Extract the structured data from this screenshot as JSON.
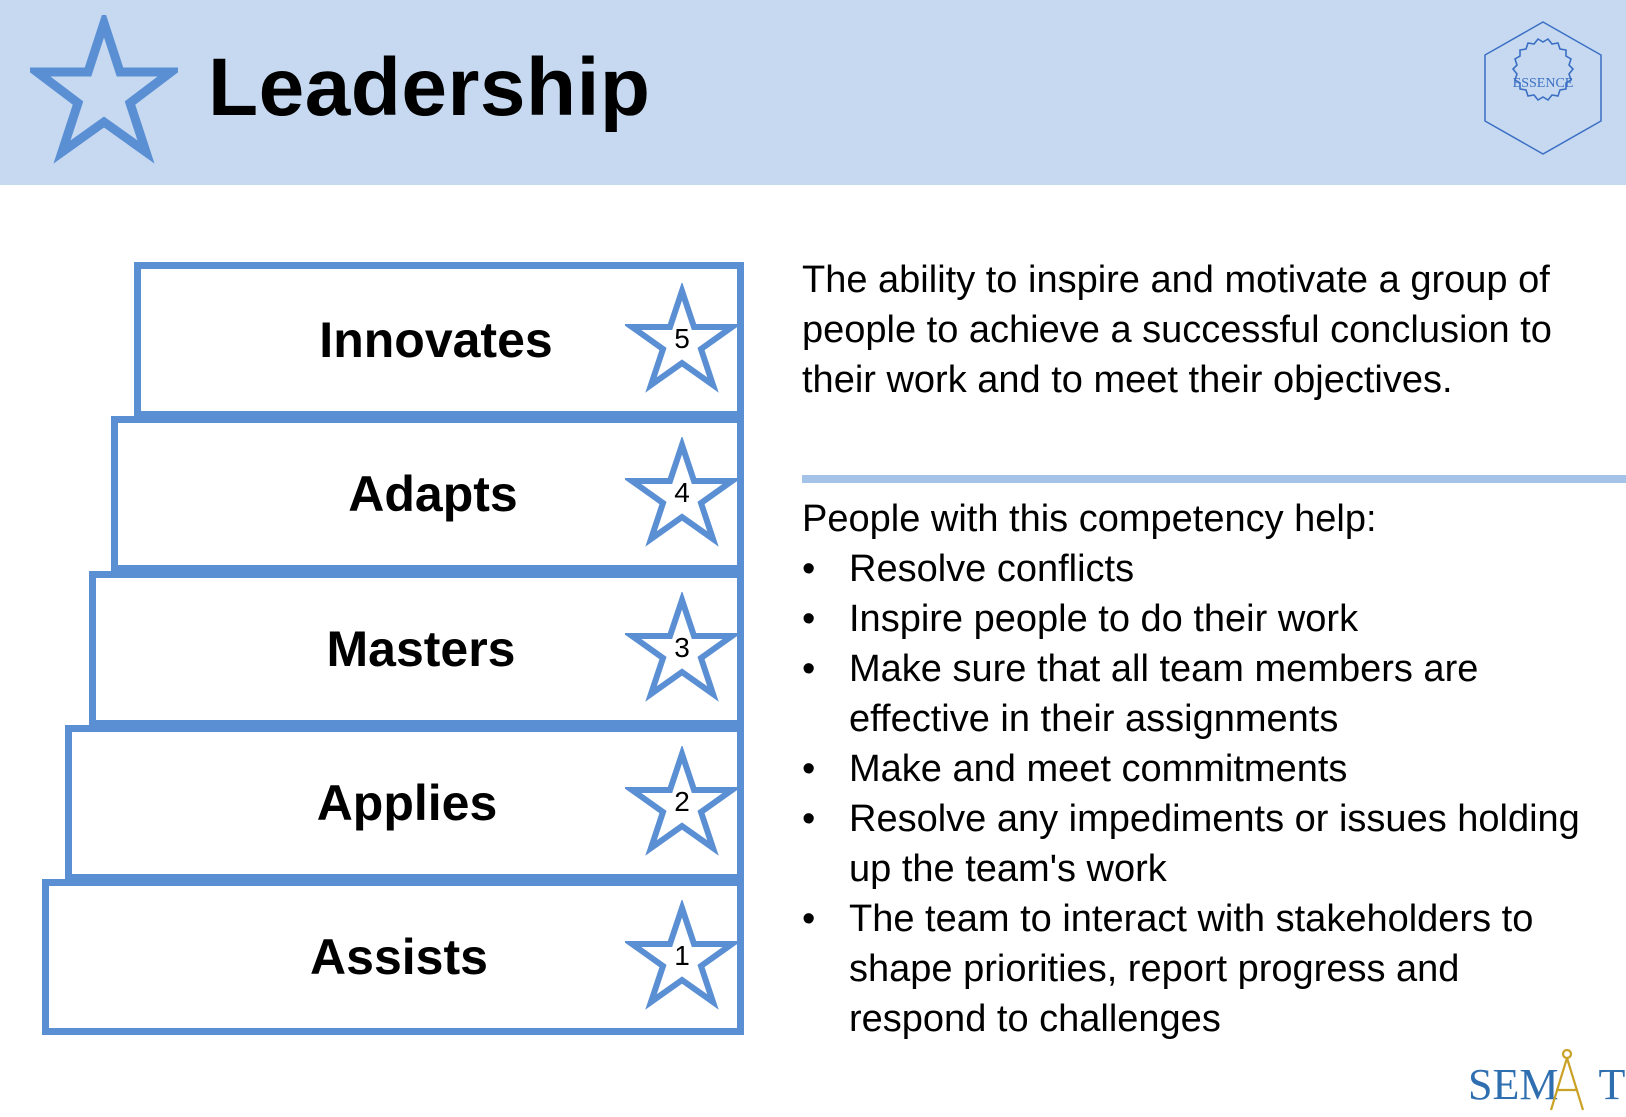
{
  "header": {
    "title": "Leadership",
    "title_icon": "star-outline-icon",
    "logo_text": "ESSENCE",
    "accent_color": "#5b8fd4",
    "band_color": "#c6d9f1"
  },
  "levels": [
    {
      "label": "Innovates",
      "number": "5"
    },
    {
      "label": "Adapts",
      "number": "4"
    },
    {
      "label": "Masters",
      "number": "3"
    },
    {
      "label": "Applies",
      "number": "2"
    },
    {
      "label": "Assists",
      "number": "1"
    }
  ],
  "description": "The ability to inspire and motivate a group of people to achieve a successful conclusion to their work and to meet their objectives.",
  "help": {
    "title": "People with this competency help:",
    "bullet": "•",
    "items": [
      "Resolve conflicts",
      "Inspire people to do their work",
      "Make sure that all team members are effective in their assignments",
      "Make and meet commitments",
      "Resolve any impediments or issues holding up the team's work",
      "The team to interact with stakeholders to shape priorities, report progress and respond to challenges"
    ]
  },
  "footer": {
    "logo_prefix": "SEM",
    "logo_suffix": "T"
  }
}
